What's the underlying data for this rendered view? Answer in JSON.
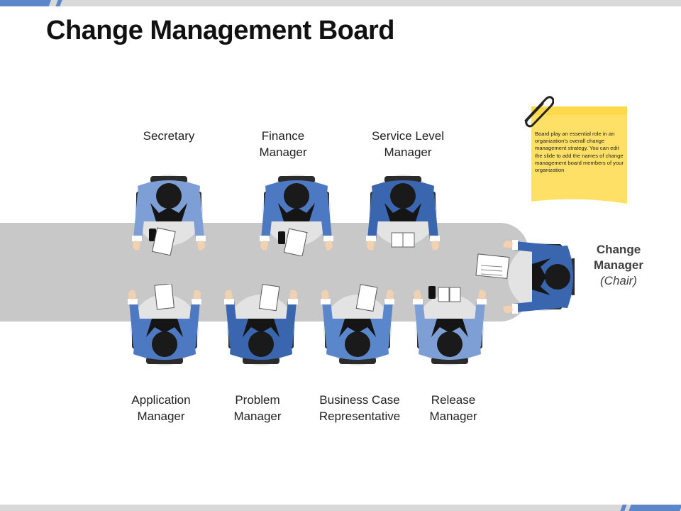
{
  "slide": {
    "title": "Change Management Board"
  },
  "roles": {
    "secretary": {
      "line1": "Secretary",
      "line2": ""
    },
    "finance_manager": {
      "line1": "Finance",
      "line2": "Manager"
    },
    "service_level_manager": {
      "line1": "Service Level",
      "line2": "Manager"
    },
    "application_manager": {
      "line1": "Application",
      "line2": "Manager"
    },
    "problem_manager": {
      "line1": "Problem",
      "line2": "Manager"
    },
    "business_case_representative": {
      "line1": "Business Case",
      "line2": "Representative"
    },
    "release_manager": {
      "line1": "Release",
      "line2": "Manager"
    },
    "change_manager": {
      "line1": "Change",
      "line2": "Manager",
      "line3": "(Chair)"
    }
  },
  "note": {
    "text": "Board play an essential role in an organization's overall change management strategy. You can edit the slide to add the names of change management board members of your organization"
  },
  "colors": {
    "accent_blue": "#5b86c9",
    "shirt_dark": "#3a66b0",
    "shirt_light": "#7e9ed6",
    "table_gray": "#c8c8c8",
    "note_yellow": "#ffe066"
  }
}
